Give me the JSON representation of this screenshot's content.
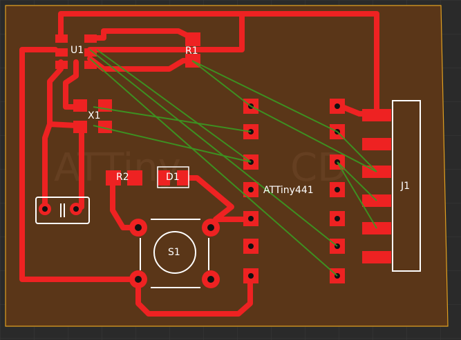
{
  "colors": {
    "background": "#2a2a2a",
    "board": "#5a3618",
    "board_outline": "#e0a020",
    "copper": "#ee2222",
    "ratsnest": "#3a9a22",
    "silkscreen": "#ffffff",
    "grid": "#3a3a3a"
  },
  "components": {
    "u1": "U1",
    "r1": "R1",
    "x1": "X1",
    "r2": "R2",
    "d1": "D1",
    "s1": "S1",
    "j1": "J1",
    "mcu": "ATTiny441"
  }
}
